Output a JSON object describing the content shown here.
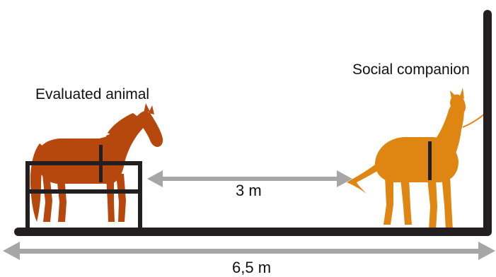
{
  "labels": {
    "evaluated_animal": "Evaluated animal",
    "social_companion": "Social companion",
    "inner_distance": "3 m",
    "total_distance": "6,5 m"
  },
  "colors": {
    "evaluated_horse": "#B6480E",
    "companion_horse": "#DE8512",
    "structure": "#231F20",
    "arrow": "#A6A6A6",
    "background": "#FFFFFF"
  },
  "icons": {
    "evaluated_horse": "horse-icon",
    "companion_horse": "horse-icon"
  }
}
